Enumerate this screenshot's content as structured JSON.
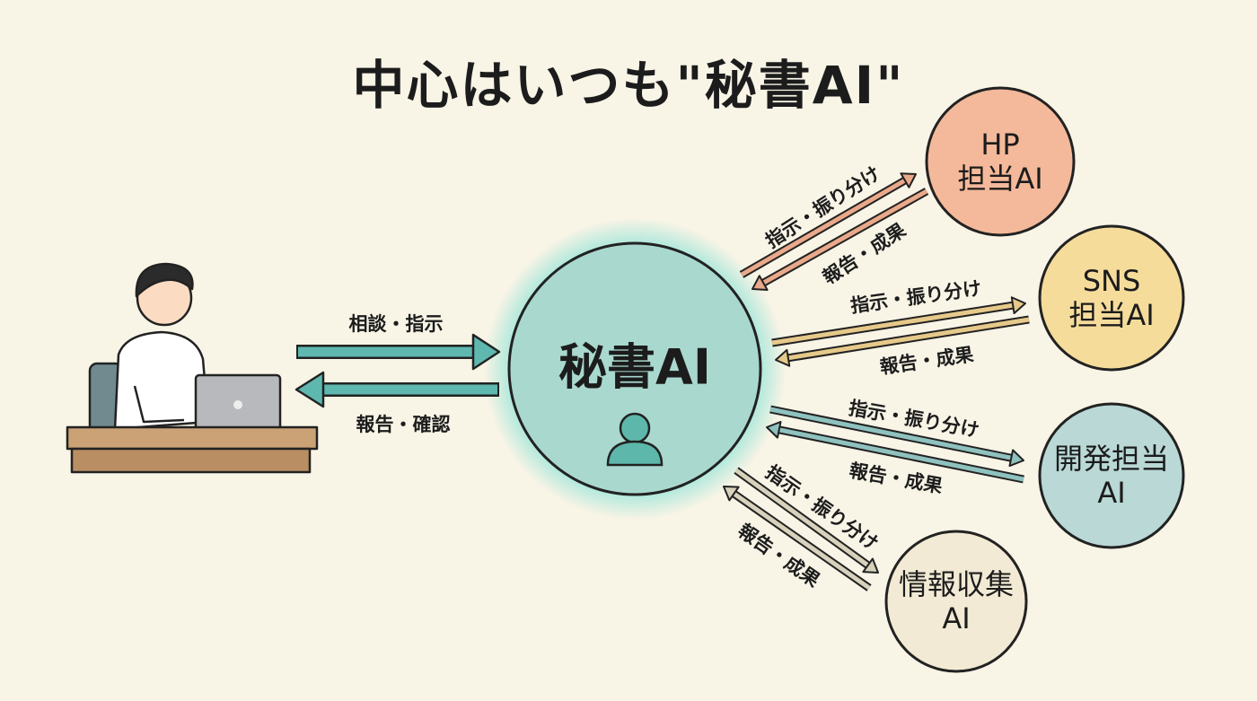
{
  "title": "中心はいつも\"秘書AI\"",
  "center": {
    "label": "秘書AI",
    "color": "#a9d8cf",
    "glow": "#8fe3d7",
    "icon": "person-icon"
  },
  "user": {
    "to_center": "相談・指示",
    "from_center": "報告・確認",
    "arrow_color": "#5fb8b0"
  },
  "agents": [
    {
      "line1": "HP",
      "line2": "担当AI",
      "color": "#f4b99a",
      "arrow_color": "#e9a98a",
      "out_label": "指示・振り分け",
      "in_label": "報告・成果"
    },
    {
      "line1": "SNS",
      "line2": "担当AI",
      "color": "#f6dc9b",
      "arrow_color": "#e6c98a",
      "out_label": "指示・振り分け",
      "in_label": "報告・成果"
    },
    {
      "line1": "開発担当",
      "line2": "AI",
      "color": "#b9d8d6",
      "arrow_color": "#8fc2bf",
      "out_label": "指示・振り分け",
      "in_label": "報告・成果"
    },
    {
      "line1": "情報収集",
      "line2": "AI",
      "color": "#f2ead4",
      "arrow_color": "#d8d2bc",
      "out_label": "指示・振り分け",
      "in_label": "報告・成果"
    }
  ]
}
